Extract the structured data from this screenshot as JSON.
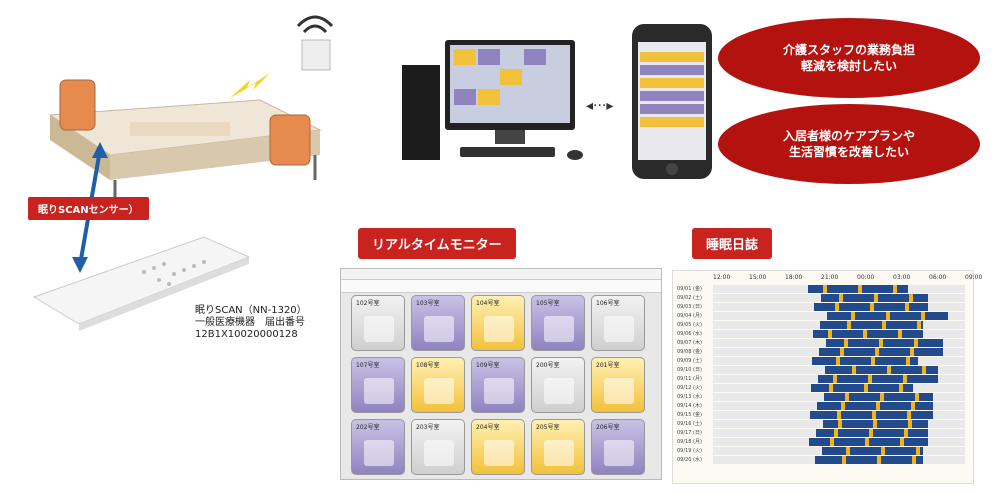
{
  "sensor_label": "眠りSCANセンサー）",
  "product": {
    "line1": "眠りSCAN（NN-1320）",
    "line2": "一般医療機器　届出番号",
    "line3": "12B1X10020000128"
  },
  "goals": [
    "介護スタッフの業務負担\n軽減を検討したい",
    "入居者様のケアプランや\n生活習慣を改善したい"
  ],
  "sections": {
    "realtime": "リアルタイムモニター",
    "diary": "睡眠日誌"
  },
  "rooms": [
    {
      "name": "102号室",
      "color": "gray"
    },
    {
      "name": "103号室",
      "color": "purple"
    },
    {
      "name": "104号室",
      "color": "yellow"
    },
    {
      "name": "105号室",
      "color": "purple"
    },
    {
      "name": "106号室",
      "color": "gray"
    },
    {
      "name": "107号室",
      "color": "purple"
    },
    {
      "name": "108号室",
      "color": "yellow"
    },
    {
      "name": "109号室",
      "color": "purple"
    },
    {
      "name": "200号室",
      "color": "gray"
    },
    {
      "name": "201号室",
      "color": "yellow"
    },
    {
      "name": "202号室",
      "color": "purple"
    },
    {
      "name": "203号室",
      "color": "gray"
    },
    {
      "name": "204号室",
      "color": "yellow"
    },
    {
      "name": "205号室",
      "color": "yellow"
    },
    {
      "name": "206号室",
      "color": "purple"
    }
  ],
  "diary_times": [
    "12:00",
    "15:00",
    "18:00",
    "21:00",
    "00:00",
    "03:00",
    "06:00",
    "09:00"
  ],
  "diary_rows": [
    "09/01 (金)",
    "09/02 (土)",
    "09/03 (日)",
    "09/04 (月)",
    "09/05 (火)",
    "09/06 (水)",
    "09/07 (木)",
    "09/08 (金)",
    "09/09 (土)",
    "09/10 (日)",
    "09/11 (月)",
    "09/12 (火)",
    "09/13 (水)",
    "09/14 (木)",
    "09/15 (金)",
    "09/16 (土)",
    "09/17 (日)",
    "09/18 (月)",
    "09/19 (火)",
    "09/20 (水)"
  ],
  "colors": {
    "accent": "#c8231f",
    "sleep": "#234a8a",
    "awake": "#f2b31b"
  }
}
